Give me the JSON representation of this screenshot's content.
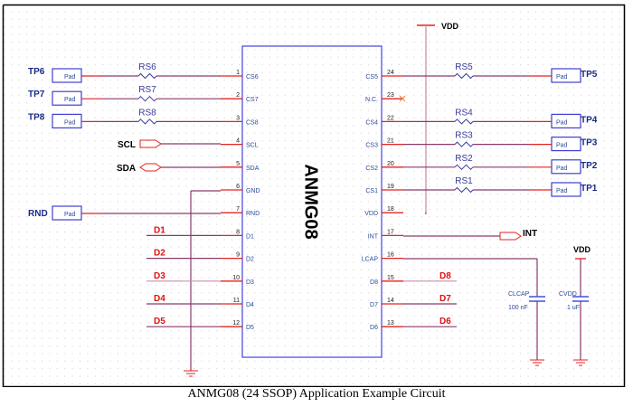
{
  "figure": {
    "caption": "ANMG08 (24 SSOP) Application Example Circuit",
    "chip": {
      "name": "ANMG08",
      "left_pins": [
        {
          "num": "1",
          "name": "CS6"
        },
        {
          "num": "2",
          "name": "CS7"
        },
        {
          "num": "3",
          "name": "CS8"
        },
        {
          "num": "4",
          "name": "SCL"
        },
        {
          "num": "5",
          "name": "SDA"
        },
        {
          "num": "6",
          "name": "GND"
        },
        {
          "num": "7",
          "name": "RND"
        },
        {
          "num": "8",
          "name": "D1"
        },
        {
          "num": "9",
          "name": "D2"
        },
        {
          "num": "10",
          "name": "D3"
        },
        {
          "num": "11",
          "name": "D4"
        },
        {
          "num": "12",
          "name": "D5"
        }
      ],
      "right_pins": [
        {
          "num": "24",
          "name": "CS5"
        },
        {
          "num": "23",
          "name": "N.C."
        },
        {
          "num": "22",
          "name": "CS4"
        },
        {
          "num": "21",
          "name": "CS3"
        },
        {
          "num": "20",
          "name": "CS2"
        },
        {
          "num": "19",
          "name": "CS1"
        },
        {
          "num": "18",
          "name": "VDD"
        },
        {
          "num": "17",
          "name": "INT"
        },
        {
          "num": "16",
          "name": "LCAP"
        },
        {
          "num": "15",
          "name": "D8"
        },
        {
          "num": "14",
          "name": "D7"
        },
        {
          "num": "13",
          "name": "D6"
        }
      ]
    },
    "left_touch_pads": [
      {
        "tp": "TP6",
        "pad": "Pad",
        "resistor": "RS6"
      },
      {
        "tp": "TP7",
        "pad": "Pad",
        "resistor": "RS7"
      },
      {
        "tp": "TP8",
        "pad": "Pad",
        "resistor": "RS8"
      }
    ],
    "right_touch_pads": [
      {
        "tp": "TP5",
        "pad": "Pad",
        "resistor": "RS5",
        "row": 0
      },
      {
        "tp": "TP4",
        "pad": "Pad",
        "resistor": "RS4",
        "row": 2
      },
      {
        "tp": "TP3",
        "pad": "Pad",
        "resistor": "RS3",
        "row": 3
      },
      {
        "tp": "TP2",
        "pad": "Pad",
        "resistor": "RS2",
        "row": 4
      },
      {
        "tp": "TP1",
        "pad": "Pad",
        "resistor": "RS1",
        "row": 5
      }
    ],
    "signals": {
      "scl": "SCL",
      "sda": "SDA",
      "rnd": "RND",
      "rnd_pad": "Pad",
      "int": "INT",
      "vdd_top": "VDD",
      "vdd_cap": "VDD"
    },
    "left_data_nets": [
      "D1",
      "D2",
      "D3",
      "D4",
      "D5"
    ],
    "right_data_nets": [
      "D8",
      "D7",
      "D6"
    ],
    "capacitors": [
      {
        "name": "CLCAP",
        "value": "100 nF"
      },
      {
        "name": "CVDD",
        "value": "1 uF"
      }
    ],
    "colors": {
      "wire": "#8a3a6a",
      "pin": "#e82020",
      "chip_outline": "#5050e0",
      "pad_outline": "#4040d0",
      "net_label_red": "#e01010",
      "grid_dot": "#c8c8c8"
    }
  }
}
